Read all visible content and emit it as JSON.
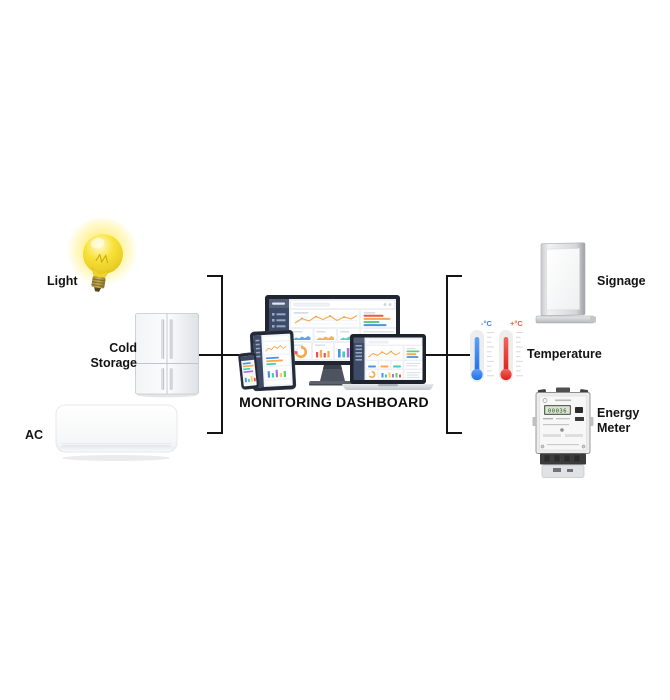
{
  "title": "MONITORING DASHBOARD",
  "devices": {
    "left": [
      {
        "id": "light",
        "label": "Light",
        "icon": "light-bulb-icon"
      },
      {
        "id": "cold-storage",
        "label_lines": [
          "Cold",
          "Storage"
        ],
        "icon": "refrigerator-icon"
      },
      {
        "id": "ac",
        "label": "AC",
        "icon": "air-conditioner-icon"
      }
    ],
    "right": [
      {
        "id": "signage",
        "label": "Signage",
        "icon": "signage-totem-icon"
      },
      {
        "id": "temperature",
        "label": "Temperature",
        "icon": "thermometers-icon",
        "cold_mark": "-°C",
        "hot_mark": "+°C"
      },
      {
        "id": "energy-meter",
        "label_lines": [
          "Energy",
          "Meter"
        ],
        "icon": "energy-meter-icon",
        "lcd_value": "00036"
      }
    ]
  },
  "center": {
    "graphic": "devices-cluster-graphic",
    "device_types": [
      "monitor",
      "tablet",
      "smartphone",
      "laptop"
    ]
  },
  "colors": {
    "connector_line": "#141414",
    "label_text": "#131313",
    "bulb_yellow": "#f5d72a",
    "thermo_cold_blue": "#1d6fe8",
    "thermo_hot_red": "#dd1f17",
    "dashboard_sidebar_navy": "#3d4b66",
    "accent_orange": "#f6a84b",
    "accent_blue": "#4a93e8",
    "accent_teal": "#3ecfb2",
    "accent_green": "#5ecf73",
    "accent_purple": "#ab6fe0",
    "accent_red": "#ef5350",
    "accent_yellow": "#f8d154"
  }
}
